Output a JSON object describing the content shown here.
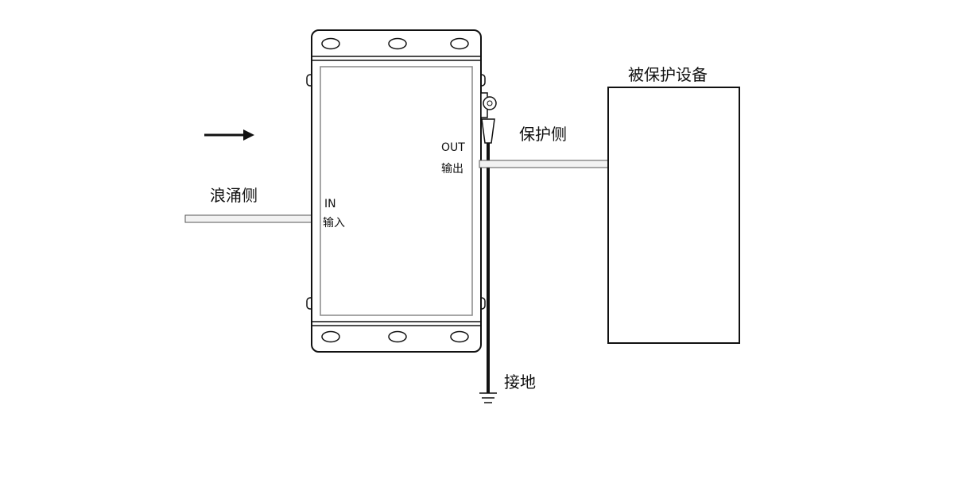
{
  "labels": {
    "surge_side": "浪涌侧",
    "input_en": "IN",
    "input_zh": "输入",
    "output_en": "OUT",
    "output_zh": "输出",
    "protected_side": "保护侧",
    "protected_equipment": "被保护设备",
    "ground": "接地"
  },
  "icons": {
    "flow_arrow": "right-arrow-icon",
    "ground_symbol": "ground-icon"
  },
  "colors": {
    "line": "#111111",
    "cable_fill": "#f2f2f2",
    "background": "#ffffff"
  }
}
